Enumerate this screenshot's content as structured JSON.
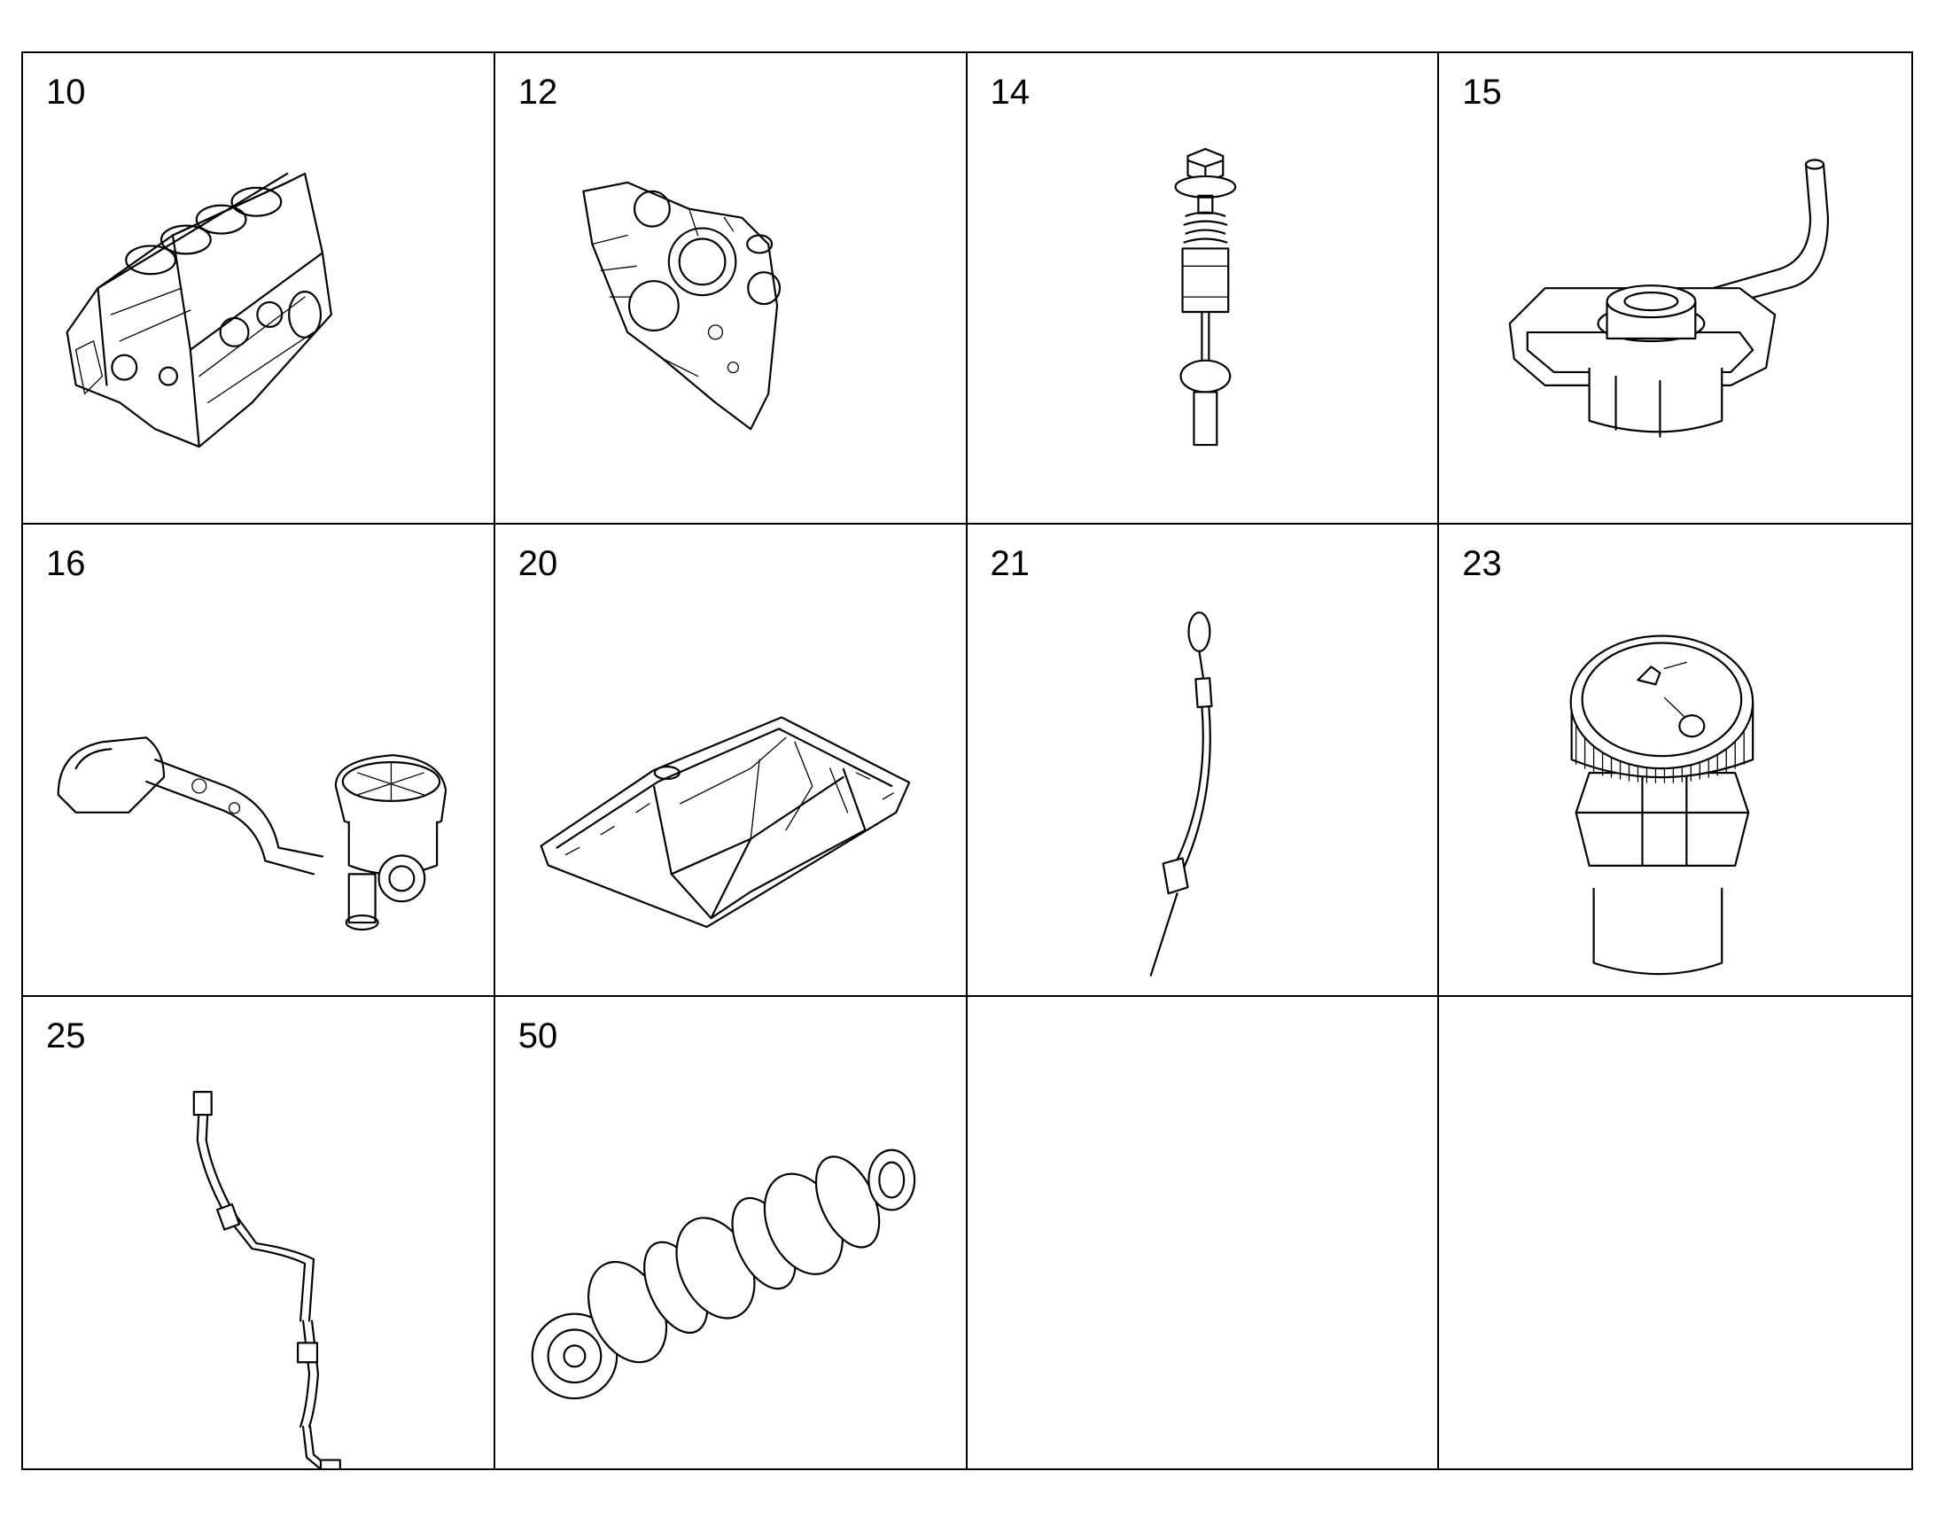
{
  "cells": [
    {
      "label": "10",
      "icon": "engine-block-icon"
    },
    {
      "label": "12",
      "icon": "timing-cover-icon"
    },
    {
      "label": "14",
      "icon": "pressure-valve-icon"
    },
    {
      "label": "15",
      "icon": "dipstick-guide-tube-icon"
    },
    {
      "label": "16",
      "icon": "crankcase-breather-icon"
    },
    {
      "label": "20",
      "icon": "oil-pan-icon"
    },
    {
      "label": "21",
      "icon": "dipstick-icon"
    },
    {
      "label": "23",
      "icon": "oil-filler-cap-icon"
    },
    {
      "label": "25",
      "icon": "oil-line-icon"
    },
    {
      "label": "50",
      "icon": "crankshaft-icon"
    },
    {
      "label": ""
    },
    {
      "label": ""
    }
  ]
}
